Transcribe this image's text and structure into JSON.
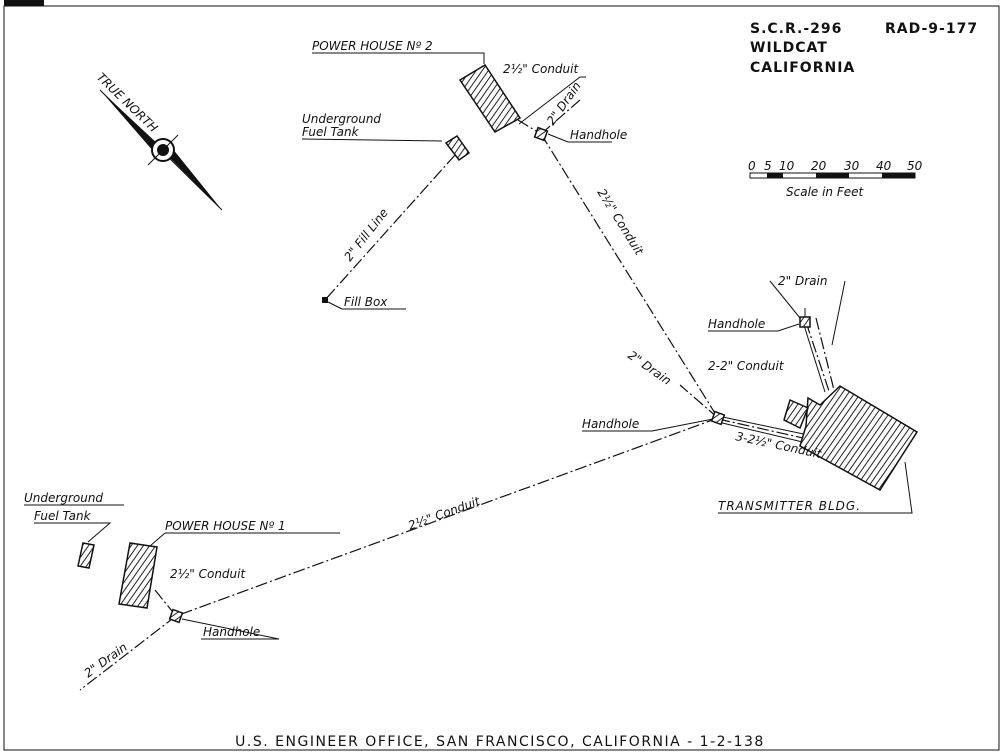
{
  "title_block": {
    "line1": "S.C.R.-296",
    "code": "RAD-9-177",
    "line2": "WILDCAT",
    "line3": "CALIFORNIA"
  },
  "scale": {
    "ticks": [
      "0",
      "5",
      "10",
      "20",
      "30",
      "40",
      "50"
    ],
    "label": "Scale in Feet"
  },
  "north_arrow": {
    "label": "TRUE NORTH"
  },
  "labels": {
    "power_house_2": "POWER HOUSE Nº 2",
    "conduit_ph2": "2½\" Conduit",
    "drain_ph2": "2\" Drain",
    "handhole_top": "Handhole",
    "fuel_tank_top_1": "Underground",
    "fuel_tank_top_2": "Fuel Tank",
    "fill_line": "2\" Fill Line",
    "fill_box": "Fill Box",
    "conduit_long_top": "2½\" Conduit",
    "drain_right": "2\" Drain",
    "handhole_right": "Handhole",
    "conduit_2x2": "2-2\" Conduit",
    "drain_mid": "2\" Drain",
    "handhole_mid": "Handhole",
    "conduit_3x": "3-2½\" Conduit",
    "transmitter": "TRANSMITTER  BLDG.",
    "fuel_tank_left_1": "Underground",
    "fuel_tank_left_2": "Fuel Tank",
    "power_house_1": "POWER HOUSE Nº 1",
    "conduit_ph1": "2½\" Conduit",
    "conduit_long_bottom": "2½\" Conduit",
    "handhole_bottom": "Handhole",
    "drain_bottom": "2\" Drain"
  },
  "footer": "U.S. ENGINEER OFFICE, SAN FRANCISCO, CALIFORNIA - 1-2-138"
}
